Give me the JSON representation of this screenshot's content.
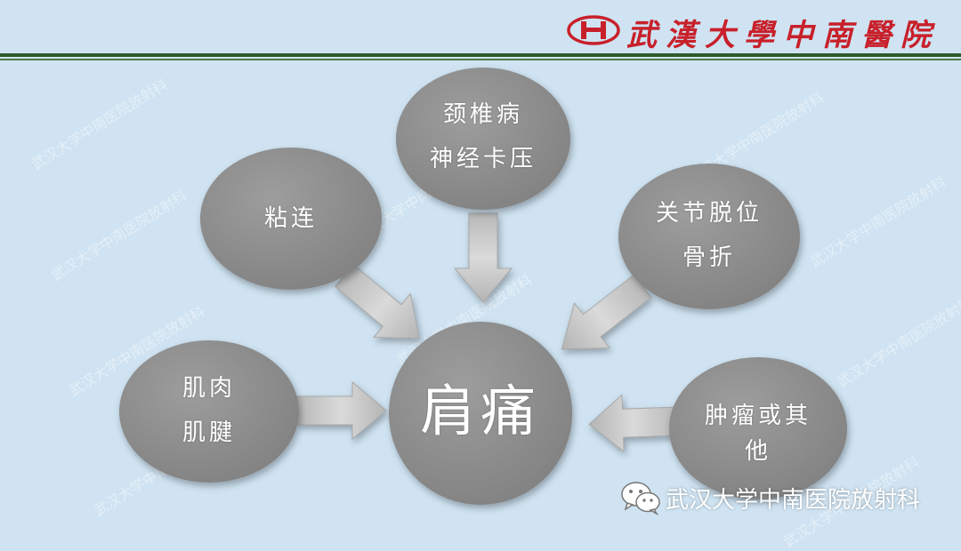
{
  "header": {
    "logo_letter": "H",
    "title": "武漢大學中南醫院"
  },
  "watermark": "武汉大学中南医院放射科",
  "diagram": {
    "center": "肩痛",
    "causes": [
      {
        "id": "neck",
        "lines": [
          "颈椎病",
          "神经卡压"
        ]
      },
      {
        "id": "adhesion",
        "lines": [
          "粘连"
        ]
      },
      {
        "id": "joint",
        "lines": [
          "关节脱位",
          "骨折"
        ]
      },
      {
        "id": "muscle",
        "lines": [
          "肌肉",
          "肌腱"
        ]
      },
      {
        "id": "tumor",
        "lines": [
          "肿瘤或其",
          "他"
        ]
      }
    ]
  },
  "colors": {
    "background": "#cfe3f2",
    "header_red": "#c8202a",
    "rule_green": "#2f5a2a",
    "circle": "#8e8e8e",
    "arrow": "#c9c9c9"
  },
  "footer": {
    "icon": "wechat-icon",
    "text": "武汉大学中南医院放射科"
  }
}
